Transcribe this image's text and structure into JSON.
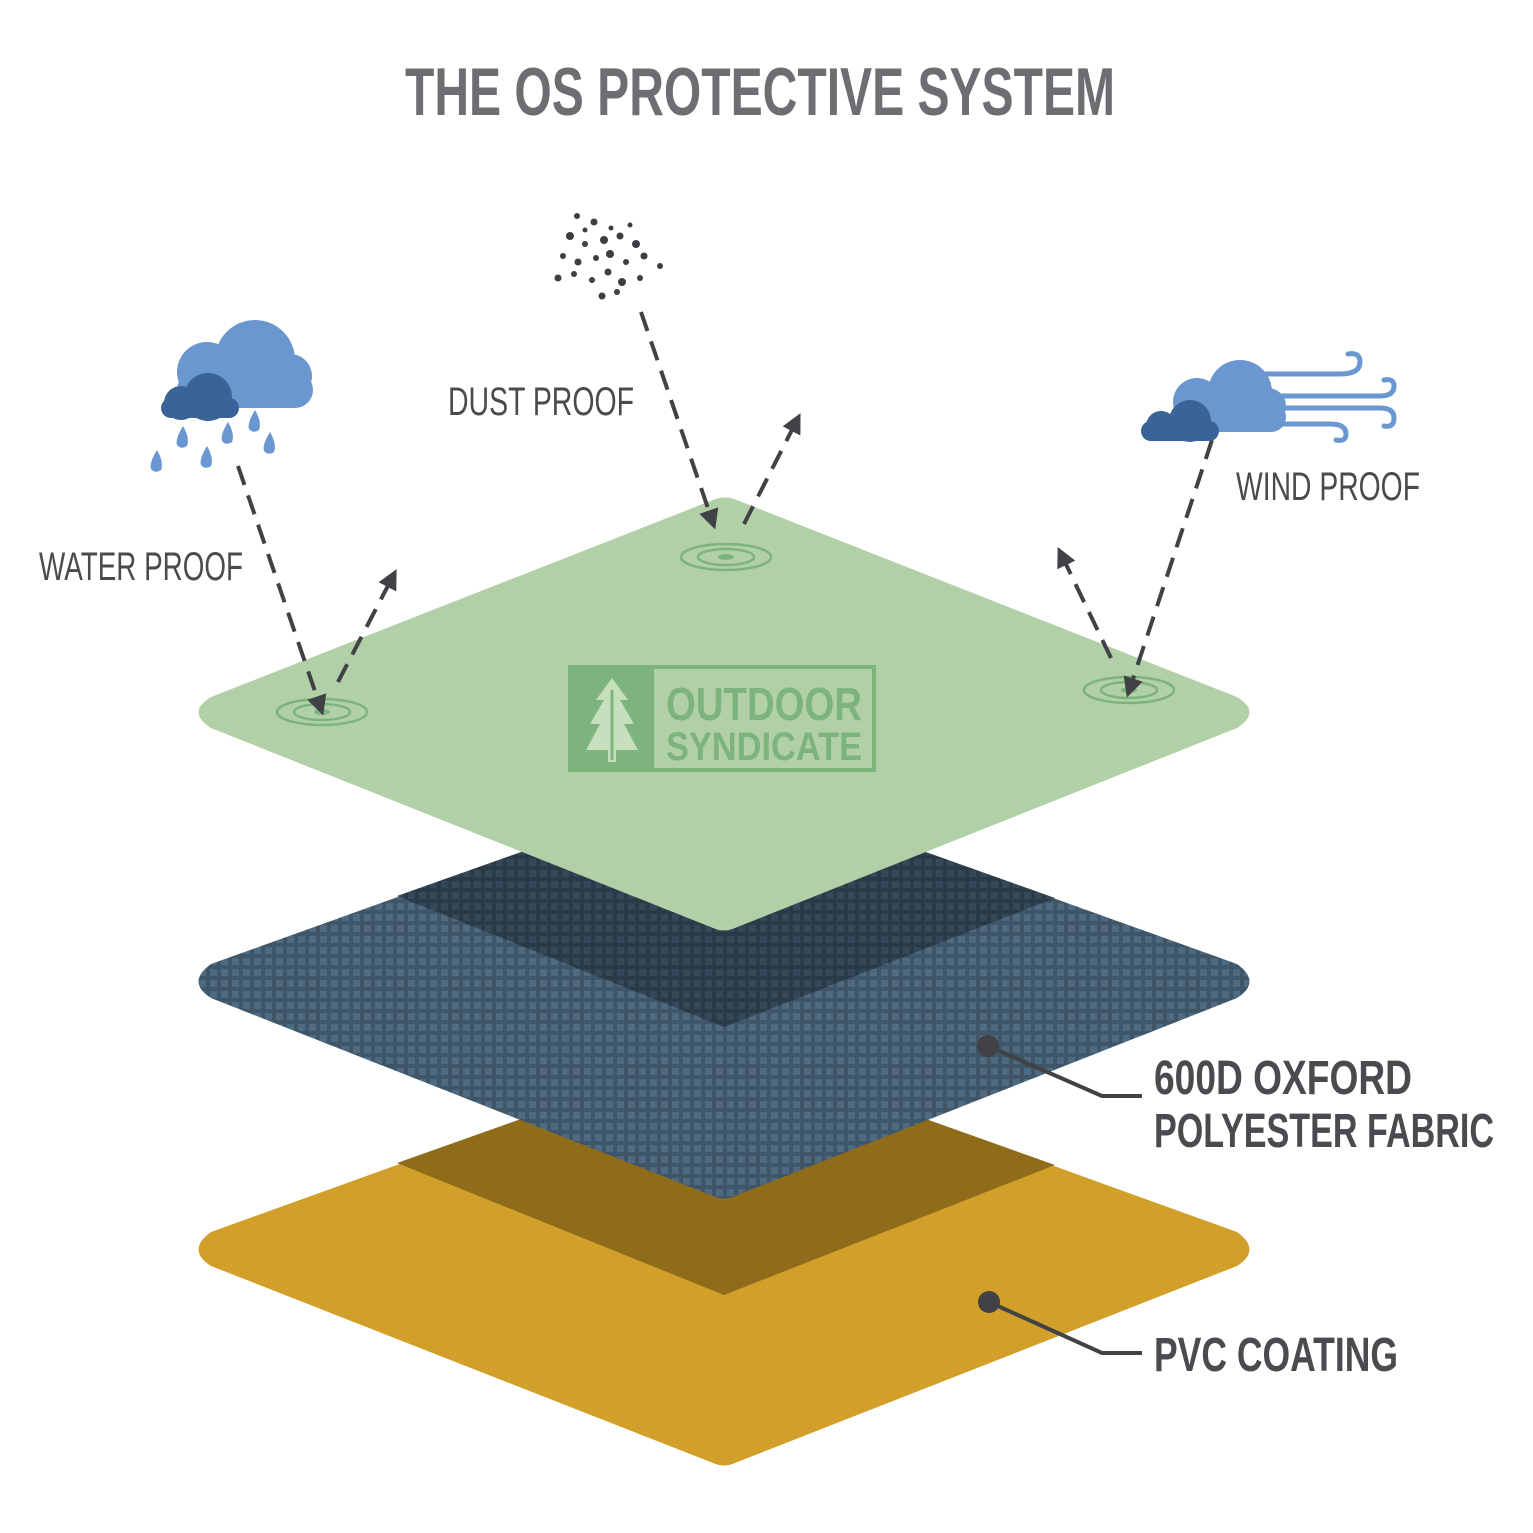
{
  "title": "THE OS PROTECTIVE SYSTEM",
  "properties": {
    "water": "WATER PROOF",
    "dust": "DUST PROOF",
    "wind": "WIND PROOF"
  },
  "layers": {
    "fabric": [
      "600D OXFORD",
      "POLYESTER FABRIC"
    ],
    "coating": "PVC COATING"
  },
  "logo": {
    "line1": "OUTDOOR",
    "line2": "SYNDICATE"
  },
  "colors": {
    "top_layer": "#b1d0a7",
    "fabric_layer": "#3f5668",
    "fabric_shadow": "#2b3c49",
    "coating_layer": "#d19f2a",
    "coating_shadow": "#8f6c19",
    "logo": "#7db47e",
    "cloud_light": "#6b97d1",
    "cloud_dark": "#3a6498",
    "title_gray": "#6d6e71",
    "text_dark": "#4a4b4e"
  },
  "icons": [
    "rain-cloud-icon",
    "dust-particles-icon",
    "wind-cloud-icon",
    "pine-tree-icon"
  ]
}
